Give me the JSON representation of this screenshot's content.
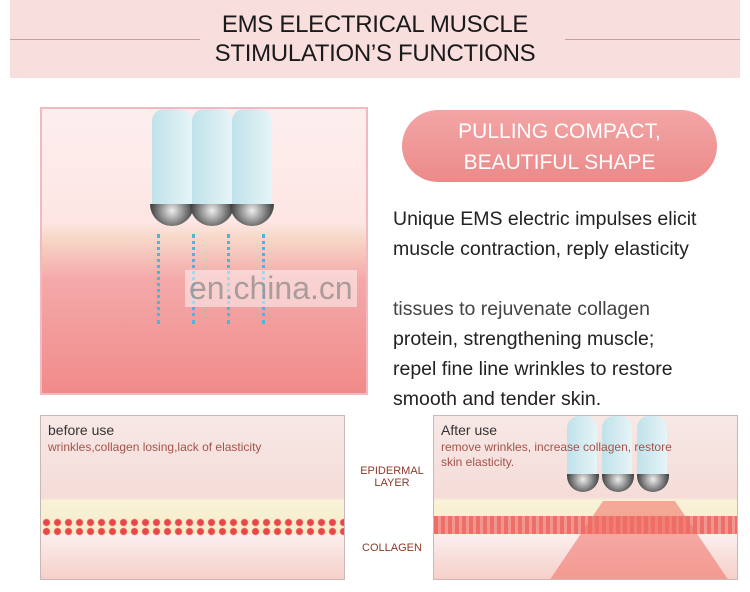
{
  "header": {
    "title_line1": "EMS ELECTRICAL MUSCLE",
    "title_line2": "STIMULATION’S FUNCTIONS"
  },
  "feature": {
    "pill_line1": "PULLING COMPACT,",
    "pill_line2": "BEAUTIFUL SHAPE",
    "description_lines": [
      "Unique EMS electric impulses elicit",
      "muscle contraction, reply elasticity",
      "tissues to rejuvenate collagen",
      "protein, strengthening muscle;",
      "repel fine line wrinkles to restore",
      "smooth and tender skin."
    ]
  },
  "watermark": "en.china.cn",
  "before": {
    "title": "before use",
    "caption": "wrinkles,collagen losing,lack of elasticity"
  },
  "after": {
    "title": "After use",
    "caption": "remove wrinkles, increase collagen, restore skin elasticity."
  },
  "labels": {
    "epidermal_line1": "EPIDERMAL",
    "epidermal_line2": "LAYER",
    "collagen": "COLLAGEN"
  },
  "colors": {
    "header_bg": "#f9dede",
    "pill": "#ee9090",
    "collagen": "#e8484c"
  }
}
